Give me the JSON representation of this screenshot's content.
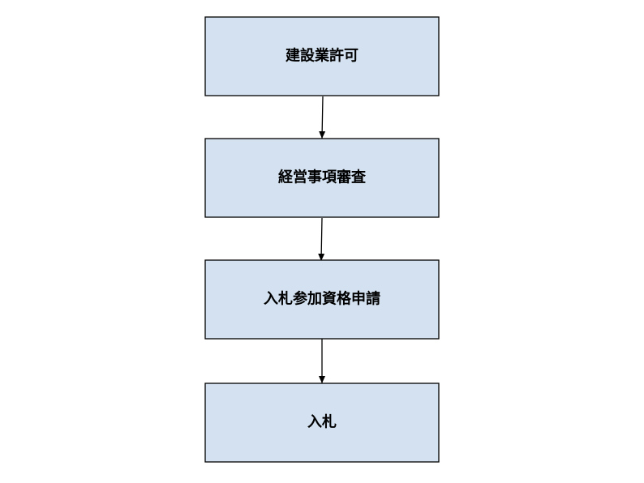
{
  "diagram": {
    "type": "flowchart",
    "direction": "top-to-bottom",
    "node_fill": "#d3e1f0",
    "node_stroke": "#000000",
    "edge_color": "#000000",
    "nodes": [
      {
        "id": "n1",
        "label": "建設業許可"
      },
      {
        "id": "n2",
        "label": "経営事項審査"
      },
      {
        "id": "n3",
        "label": "入札参加資格申請"
      },
      {
        "id": "n4",
        "label": "入札"
      }
    ],
    "edges": [
      {
        "from": "n1",
        "to": "n2"
      },
      {
        "from": "n2",
        "to": "n3"
      },
      {
        "from": "n3",
        "to": "n4"
      }
    ]
  }
}
